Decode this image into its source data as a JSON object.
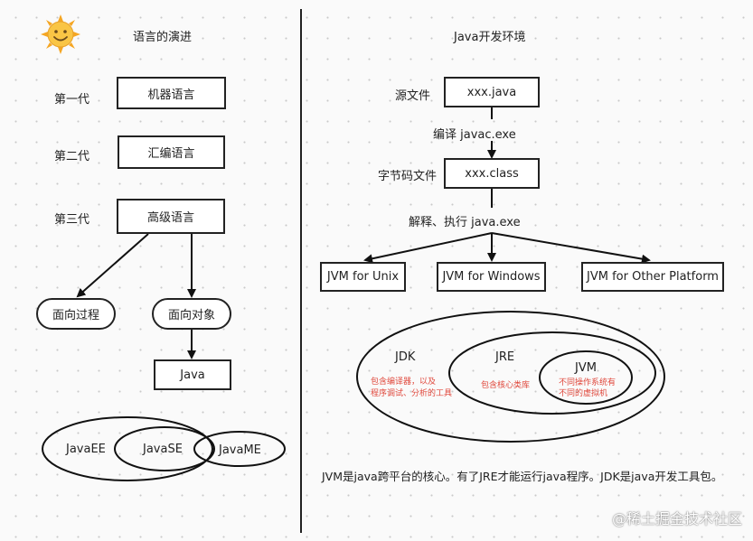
{
  "left": {
    "title": "语言的演进",
    "gen1": {
      "label": "第一代",
      "box": "机器语言"
    },
    "gen2": {
      "label": "第二代",
      "box": "汇编语言"
    },
    "gen3": {
      "label": "第三代",
      "box": "高级语言"
    },
    "pop": "面向过程",
    "oop": "面向对象",
    "java": "Java",
    "venn": {
      "ee": "JavaEE",
      "se": "JavaSE",
      "me": "JavaME"
    }
  },
  "right": {
    "title": "Java开发环境",
    "source_label": "源文件",
    "source_box": "xxx.java",
    "compile_label": "编译  javac.exe",
    "bytecode_label": "字节码文件",
    "bytecode_box": "xxx.class",
    "run_label": "解释、执行 java.exe",
    "jvm_unix": "JVM for Unix",
    "jvm_windows": "JVM for Windows",
    "jvm_other": "JVM for Other Platform",
    "jdk": {
      "title": "JDK",
      "desc1": "包含编译器，以及",
      "desc2": "程序调试、分析的工具"
    },
    "jre": {
      "title": "JRE",
      "desc": "包含核心类库"
    },
    "jvm": {
      "title": "JVM",
      "desc1": "不同操作系统有",
      "desc2": "不同的虚拟机"
    },
    "summary": "JVM是java跨平台的核心。有了JRE才能运行java程序。JDK是java开发工具包。"
  },
  "watermark": "@稀土掘金技术社区",
  "icons": {
    "sun": "sun-face-icon"
  }
}
